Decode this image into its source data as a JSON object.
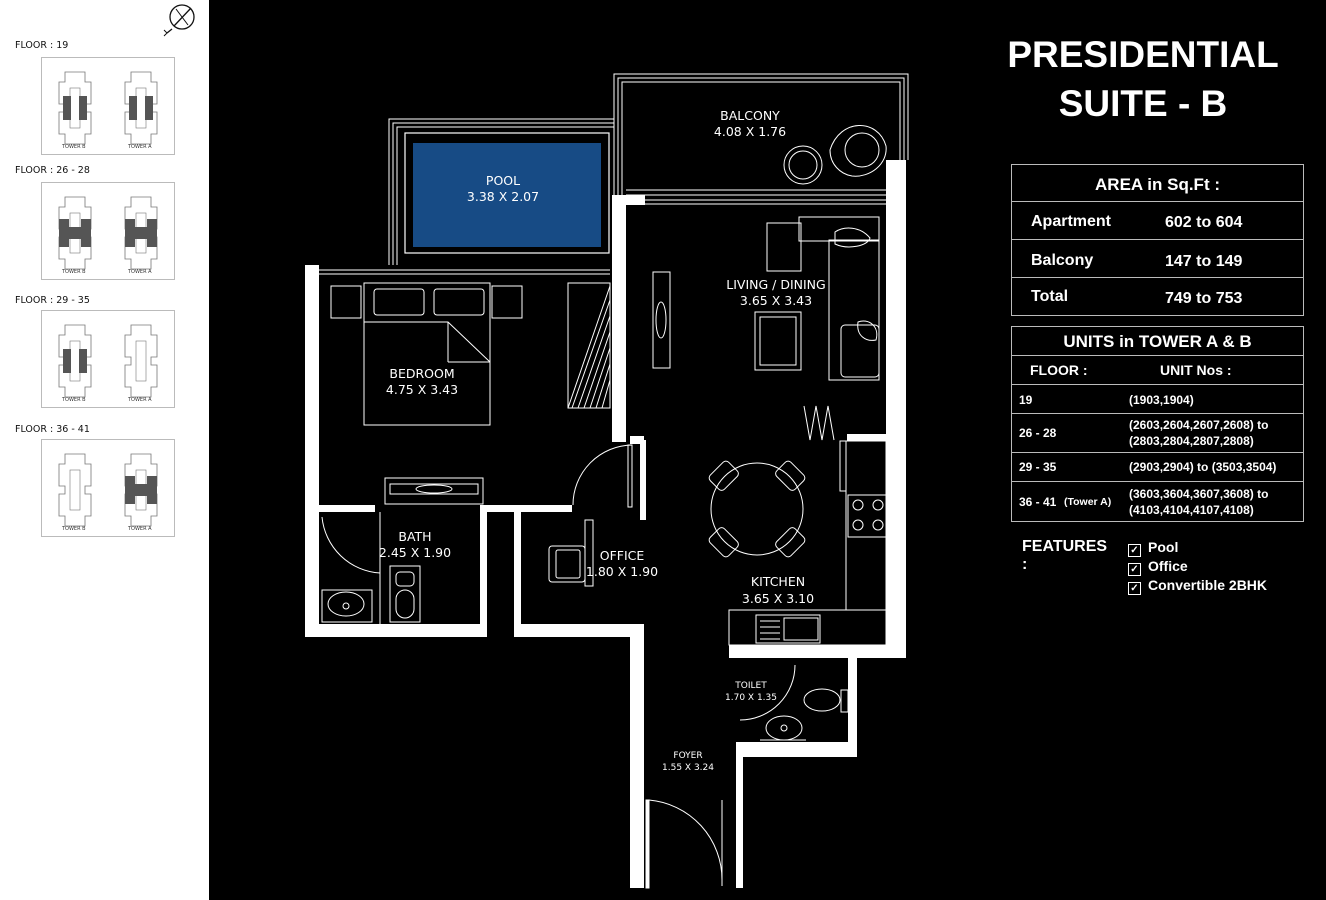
{
  "keyplans": [
    {
      "floor": "FLOOR : 19",
      "tower_b": "TOWER B",
      "tower_a": "TOWER A",
      "highlight": "both-inner"
    },
    {
      "floor": "FLOOR : 26 - 28",
      "tower_b": "TOWER B",
      "tower_a": "TOWER A",
      "highlight": "both-all"
    },
    {
      "floor": "FLOOR : 29 - 35",
      "tower_b": "TOWER B",
      "tower_a": "TOWER A",
      "highlight": "b-inner"
    },
    {
      "floor": "FLOOR : 36 - 41",
      "tower_b": "TOWER B",
      "tower_a": "TOWER A",
      "highlight": "a-all"
    }
  ],
  "title": {
    "line1": "PRESIDENTIAL",
    "line2": "SUITE - B"
  },
  "rooms": {
    "balcony": {
      "name": "BALCONY",
      "dim": "4.08 X 1.76"
    },
    "pool": {
      "name": "POOL",
      "dim": "3.38 X 2.07"
    },
    "living": {
      "name": "LIVING / DINING",
      "dim": "3.65 X 3.43"
    },
    "bedroom": {
      "name": "BEDROOM",
      "dim": "4.75 X 3.43"
    },
    "bath": {
      "name": "BATH",
      "dim": "2.45 X 1.90"
    },
    "office": {
      "name": "OFFICE",
      "dim": "1.80 X 1.90"
    },
    "kitchen": {
      "name": "KITCHEN",
      "dim": "3.65 X 3.10"
    },
    "toilet": {
      "name": "TOILET",
      "dim": "1.70 X 1.35"
    },
    "foyer": {
      "name": "FOYER",
      "dim": "1.55 X 3.24"
    }
  },
  "area": {
    "heading": "AREA in Sq.Ft :",
    "rows": [
      {
        "label": "Apartment",
        "value": "602 to 604"
      },
      {
        "label": "Balcony",
        "value": "147 to 149"
      },
      {
        "label": "Total",
        "value": "749 to 753"
      }
    ]
  },
  "units": {
    "heading": "UNITS in TOWER A & B",
    "col_floor": "FLOOR :",
    "col_units": "UNIT Nos :",
    "rows": [
      {
        "floor": "19",
        "floor_note": "",
        "units1": "(1903,1904)",
        "units2": ""
      },
      {
        "floor": "26 - 28",
        "floor_note": "",
        "units1": "(2603,2604,2607,2608) to",
        "units2": "(2803,2804,2807,2808)"
      },
      {
        "floor": "29 - 35",
        "floor_note": "",
        "units1": "(2903,2904) to (3503,3504)",
        "units2": ""
      },
      {
        "floor": "36 - 41",
        "floor_note": "(Tower A)",
        "units1": "(3603,3604,3607,3608) to",
        "units2": "(4103,4104,4107,4108)"
      }
    ]
  },
  "features": {
    "label": "FEATURES :",
    "items": [
      "Pool",
      "Office",
      "Convertible 2BHK"
    ],
    "check": "✓"
  },
  "colors": {
    "background": "#000000",
    "pool": "#174b85",
    "wall": "#ffffff"
  }
}
